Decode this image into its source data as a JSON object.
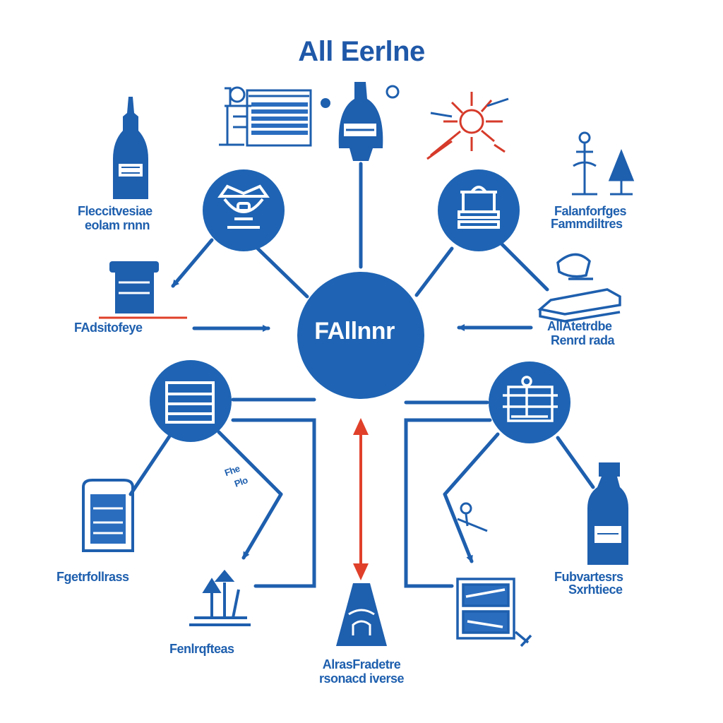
{
  "title": "All Eerlne",
  "hub": {
    "label": "FAllnnr"
  },
  "labels": {
    "top_left_bottle": [
      "Fleccitvesiae",
      "eolam rnnn"
    ],
    "top_right_flower": [
      "Falanforfges",
      "Fammdiltres"
    ],
    "mid_left_jar": [
      "FAdsitofeye"
    ],
    "mid_right_book": [
      "AllAtetrdbe",
      "Renrd rada"
    ],
    "bottom_left_shelf": [
      "Fgetrfollrass"
    ],
    "bottom_left_tools": [
      "Fenlrqfteas"
    ],
    "bottom_center_flask": [
      "AlrasFradetre",
      "rsonacd iverse"
    ],
    "bottom_right_bottle": [
      "Fubvartesrs",
      "Sxrhtiece"
    ],
    "bottom_center_note": [
      "Fhe",
      "Plo"
    ]
  },
  "colors": {
    "primary": "#1e5fae",
    "node": "#1f64b4",
    "accent": "#e0402a",
    "background": "#ffffff"
  },
  "icons": [
    "bottle-icon",
    "grid-machine-icon",
    "flask-icon",
    "explosion-icon",
    "flower-tree-icon",
    "cauldron-icon",
    "vat-icon",
    "jar-icon",
    "book-stack-icon",
    "document-icon",
    "circuit-icon",
    "shelf-icon",
    "bottle-icon",
    "tools-icon",
    "cone-flask-icon",
    "machine-icon"
  ]
}
